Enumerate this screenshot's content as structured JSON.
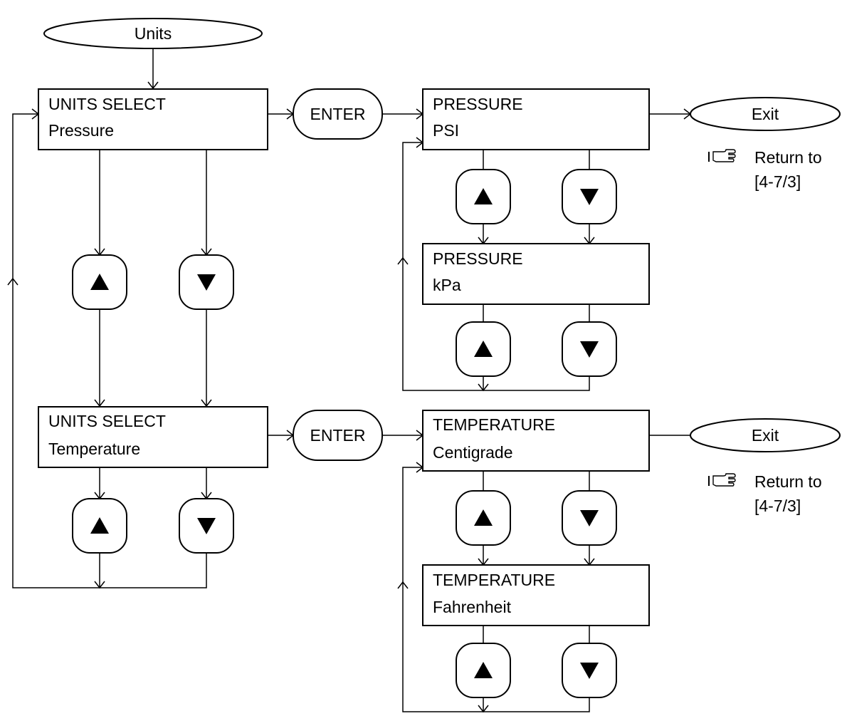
{
  "start": {
    "label": "Units"
  },
  "menus": [
    {
      "line1": "UNITS SELECT",
      "line2": "Pressure"
    },
    {
      "line1": "UNITS SELECT",
      "line2": "Temperature"
    }
  ],
  "enter_label": "ENTER",
  "pressure_options": [
    {
      "line1": "PRESSURE",
      "line2": "PSI"
    },
    {
      "line1": "PRESSURE",
      "line2": "kPa"
    }
  ],
  "temperature_options": [
    {
      "line1": "TEMPERATURE",
      "line2": "Centigrade"
    },
    {
      "line1": "TEMPERATURE",
      "line2": "Fahrenheit"
    }
  ],
  "exit": {
    "label": "Exit",
    "note_line1": "Return to",
    "note_line2": "[4-7/3]"
  },
  "icons": {
    "up": "up-arrow-key-icon",
    "down": "down-arrow-key-icon",
    "note": "pointing-hand-icon"
  }
}
